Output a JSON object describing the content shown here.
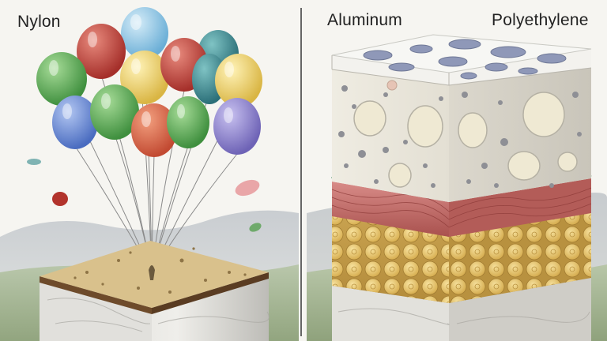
{
  "labels": {
    "nylon": "Nylon",
    "aluminum": "Aluminum",
    "polyethylene": "Polyethylene"
  },
  "colors": {
    "background": "#f6f5f1",
    "divider": "#666666",
    "balloon_green": "#5fae5a",
    "balloon_red": "#c0443a",
    "balloon_blue": "#6f8fd6",
    "balloon_yellow": "#f0d36a",
    "balloon_teal": "#3f8f96",
    "balloon_purple": "#8f85d0",
    "balloon_lightblue": "#8fc7e6",
    "cork": "#d8c38b",
    "foam": "#ece8dc",
    "red_band": "#c9736f",
    "green_line": "#3c8a55",
    "cell_yellow": "#e7c566"
  }
}
